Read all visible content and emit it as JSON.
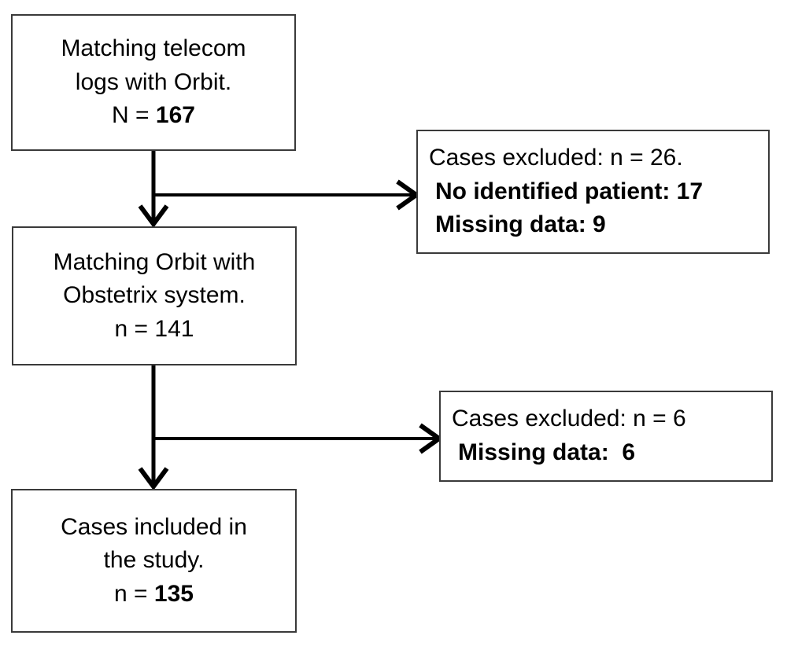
{
  "diagram": {
    "type": "flowchart",
    "title": "Study inclusion flow diagram",
    "orientation": "top-to-bottom",
    "style": {
      "box_border_color": "#3a3a3a",
      "box_fill_color": "#ffffff",
      "connector_color": "#000000",
      "text_color": "#000000",
      "arrowhead_style": "open-v"
    },
    "nodes": [
      {
        "id": "node-matching-telecom",
        "role": "enrollment",
        "lines": [
          {
            "text": "Matching telecom",
            "bold": false
          },
          {
            "text": "logs with Orbit.",
            "bold": false
          }
        ],
        "count_label": "N = ",
        "count_value": "167",
        "count_bold": true
      },
      {
        "id": "node-excluded-first",
        "role": "exclusion",
        "lines": [
          {
            "text": "Cases excluded: n = 26.",
            "bold": false
          },
          {
            "text": "No identified patient: 17",
            "bold": true
          },
          {
            "text": "Missing data: 9",
            "bold": true
          }
        ]
      },
      {
        "id": "node-matching-orbit",
        "role": "enrollment",
        "lines": [
          {
            "text": "Matching Orbit with",
            "bold": false
          },
          {
            "text": "Obstetrix system.",
            "bold": false
          }
        ],
        "count_label": "n = ",
        "count_value": "141",
        "count_bold": false
      },
      {
        "id": "node-excluded-second",
        "role": "exclusion",
        "lines": [
          {
            "text": "Cases excluded: n = 6",
            "bold": false
          },
          {
            "text": "Missing data:  6",
            "bold": true
          }
        ]
      },
      {
        "id": "node-included",
        "role": "included",
        "lines": [
          {
            "text": "Cases included in",
            "bold": false
          },
          {
            "text": "the study.",
            "bold": false
          }
        ],
        "count_label": "n = ",
        "count_value": "135",
        "count_bold": true
      }
    ],
    "box1": {
      "line1": "Matching telecom",
      "line2": "logs with Orbit.",
      "count_prefix": "N = ",
      "count": "167"
    },
    "box2": {
      "line1": "Cases excluded: n = 26.",
      "line2": "No identified patient: 17",
      "line3": "Missing data: 9"
    },
    "box3": {
      "line1": "Matching Orbit with",
      "line2": "Obstetrix system.",
      "count_prefix": "n = ",
      "count": "141"
    },
    "box4": {
      "line1": "Cases excluded: n = 6",
      "line2": "Missing data:  6"
    },
    "box5": {
      "line1": "Cases included in",
      "line2": "the study.",
      "count_prefix": "n = ",
      "count": "135"
    },
    "connectors": [
      {
        "id": "arrow-down-1",
        "from": "node-matching-telecom",
        "to": "node-matching-orbit",
        "direction": "down"
      },
      {
        "id": "arrow-right-1",
        "from": "node-matching-telecom",
        "to": "node-excluded-first",
        "direction": "right"
      },
      {
        "id": "arrow-down-2",
        "from": "node-matching-orbit",
        "to": "node-included",
        "direction": "down"
      },
      {
        "id": "arrow-right-2",
        "from": "node-matching-orbit",
        "to": "node-excluded-second",
        "direction": "right"
      }
    ]
  }
}
